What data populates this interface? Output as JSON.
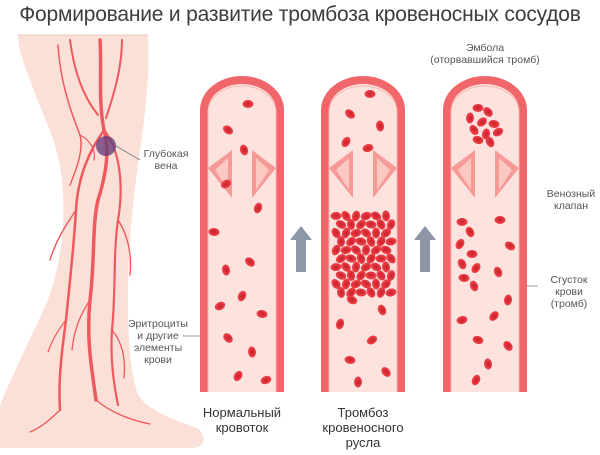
{
  "title": "Формирование и развитие тромбоза кровеносных сосудов",
  "labels": {
    "deep_vein": [
      "Глубокая",
      "вена"
    ],
    "erythrocytes": [
      "Эритроциты",
      "и другие",
      "элементы",
      "крови"
    ],
    "embolus": [
      "Эмбола",
      "(оторвавшийся тромб)"
    ],
    "valve": [
      "Венозный",
      "клапан"
    ],
    "clot": [
      "Сгусток",
      "крови",
      "(тромб)"
    ]
  },
  "captions": {
    "normal": [
      "Нормальный",
      "кровоток"
    ],
    "thrombosis": [
      "Тромбоз",
      "кровеносного",
      "русла"
    ]
  },
  "colors": {
    "vessel_wall": "#f0666b",
    "vessel_inner": "#fde2de",
    "blood_cell": "#e2333c",
    "valve": "#f69a98",
    "skin": "#fbe0d8",
    "leg_vein": "#ee5a5e",
    "deep_vein_marker": "#6b3f7a",
    "arrow": "#8d97a8"
  }
}
